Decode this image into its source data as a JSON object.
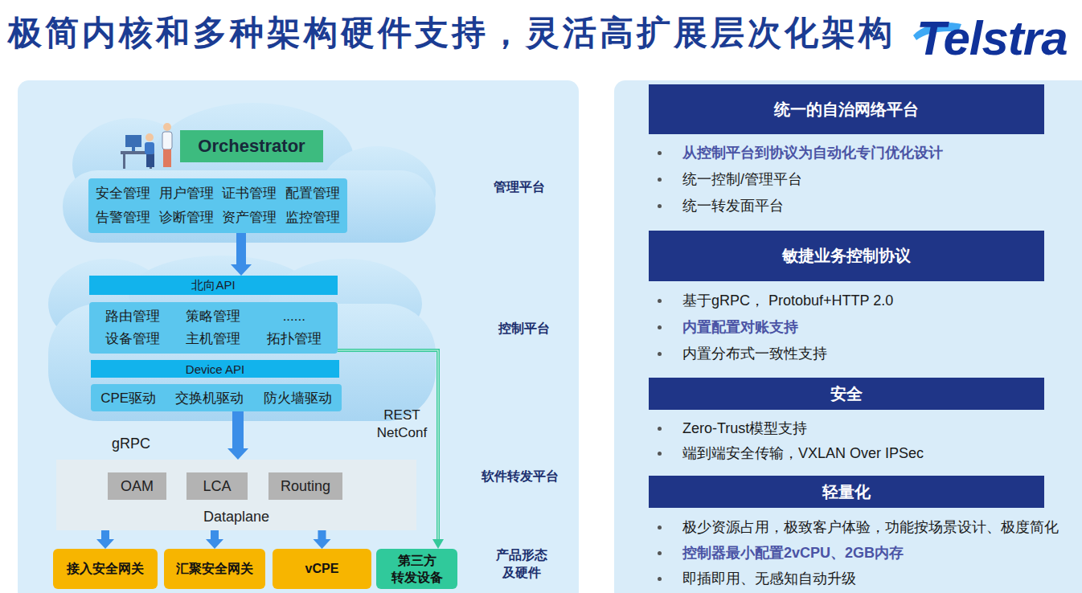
{
  "diagram": {
    "title": "极简内核和多种架构硬件支持，灵活高扩展层次化架构",
    "nodes": [
      {
        "text": [
          "Orchestrator"
        ]
      },
      {
        "text": [
          "安全管理",
          "用户管理",
          "证书管理",
          "配置管理",
          "告警管理",
          "诊断管理",
          "资产管理",
          "监控管理"
        ]
      },
      {
        "text": [
          "北向API"
        ]
      },
      {
        "text": [
          "路由管理",
          "策略管理",
          "......",
          "设备管理",
          "主机管理",
          "拓扑管理"
        ]
      },
      {
        "text": [
          "Device API"
        ]
      },
      {
        "text": [
          "CPE驱动",
          "交换机驱动",
          "防火墙驱动"
        ]
      },
      {
        "text": [
          "Dataplane"
        ]
      },
      {
        "text": [
          "OAM"
        ],
        "in": 6
      },
      {
        "text": [
          "LCA"
        ],
        "in": 6
      },
      {
        "text": [
          "Routing"
        ],
        "in": 6
      },
      {
        "text": [
          "接入安全网关"
        ]
      },
      {
        "text": [
          "汇聚安全网关"
        ]
      },
      {
        "text": [
          "vCPE"
        ]
      },
      {
        "text": [
          "第三方 转发设备"
        ]
      },
      {
        "text": [
          "统一的自治网络平台"
        ]
      },
      {
        "text": [
          "敏捷业务控制协议"
        ]
      },
      {
        "text": [
          "安全"
        ]
      },
      {
        "text": [
          "轻量化"
        ]
      }
    ],
    "edges": [
      {
        "from": 1,
        "to": 2,
        "arrow": "to"
      },
      {
        "from": 5,
        "to": 6,
        "label": "gRPC",
        "arrow": "to"
      },
      {
        "from": 6,
        "to": 10,
        "arrow": "to"
      },
      {
        "from": 6,
        "to": 11,
        "arrow": "to"
      },
      {
        "from": 6,
        "to": 12,
        "arrow": "to"
      },
      {
        "from": 3,
        "to": 13,
        "label": "REST NetConf",
        "arrow": "to"
      }
    ],
    "labels": [
      "Telstra",
      "管理平台",
      "控制平台",
      "软件转发平台",
      "产品形态 及硬件",
      "从控制平台到协议为自动化专门优化设计",
      "统一控制/管理平台",
      "统一转发面平台",
      "基于gRPC， Protobuf+HTTP 2.0",
      "内置配置对账支持",
      "内置分布式一致性支持",
      "Zero-Trust模型支持",
      "端到端安全传输，VXLAN Over IPSec",
      "极少资源占用，极致客户体验，功能按场景设计、极度简化",
      "控制器最小配置2vCPU、2GB内存",
      "即插即用、无感知自动升级"
    ]
  }
}
